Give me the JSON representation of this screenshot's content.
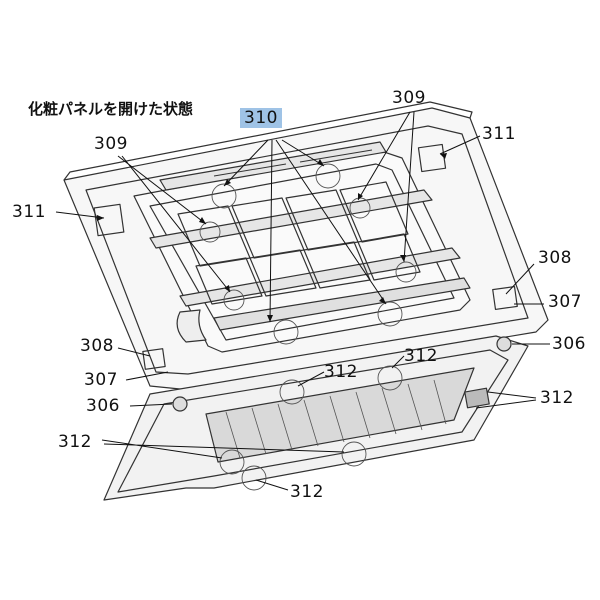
{
  "caption": "化粧パネルを開けた状態",
  "highlight_color": "#9fc3e6",
  "labels": {
    "l310": "310",
    "l309a": "309",
    "l309b": "309",
    "l311a": "311",
    "l311b": "311",
    "l308a": "308",
    "l308b": "308",
    "l307a": "307",
    "l307b": "307",
    "l306a": "306",
    "l306b": "306",
    "l312a": "312",
    "l312b": "312",
    "l312c": "312",
    "l312d": "312",
    "l312e": "312"
  }
}
